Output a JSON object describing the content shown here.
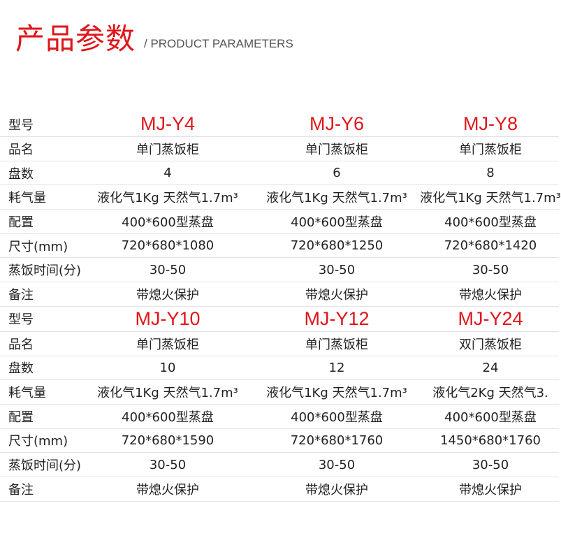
{
  "header": {
    "title_cn": "产品参数",
    "title_en": "/ PRODUCT PARAMETERS"
  },
  "colors": {
    "accent": "#e0161b",
    "text": "#222222",
    "divider": "#e3e3e3"
  },
  "groups": [
    {
      "rows": [
        {
          "label": "型号",
          "values": [
            "MJ-Y4",
            "MJ-Y6",
            "MJ-Y8"
          ]
        },
        {
          "label": "品名",
          "values": [
            "单门蒸饭柜",
            "单门蒸饭柜",
            "单门蒸饭柜"
          ]
        },
        {
          "label": "盘数",
          "values": [
            "4",
            "6",
            "8"
          ]
        },
        {
          "label": "耗气量",
          "values": [
            "液化气1Kg 天然气1.7m³",
            "液化气1Kg 天然气1.7m³",
            "液化气1Kg 天然气1.7m³"
          ]
        },
        {
          "label": "配置",
          "values": [
            "400*600型蒸盘",
            "400*600型蒸盘",
            "400*600型蒸盘"
          ]
        },
        {
          "label": "尺寸(mm)",
          "values": [
            "720*680*1080",
            "720*680*1250",
            "720*680*1420"
          ]
        },
        {
          "label": "蒸饭时间(分)",
          "values": [
            "30-50",
            "30-50",
            "30-50"
          ]
        },
        {
          "label": "备注",
          "values": [
            "带熄火保护",
            "带熄火保护",
            "带熄火保护"
          ]
        }
      ]
    },
    {
      "rows": [
        {
          "label": "型号",
          "values": [
            "MJ-Y10",
            "MJ-Y12",
            "MJ-Y24"
          ]
        },
        {
          "label": "品名",
          "values": [
            "单门蒸饭柜",
            "单门蒸饭柜",
            "双门蒸饭柜"
          ]
        },
        {
          "label": "盘数",
          "values": [
            "10",
            "12",
            "24"
          ]
        },
        {
          "label": "耗气量",
          "values": [
            "液化气1Kg 天然气1.7m³",
            "液化气1Kg 天然气1.7m³",
            "液化气2Kg 天然气3."
          ]
        },
        {
          "label": "配置",
          "values": [
            "400*600型蒸盘",
            "400*600型蒸盘",
            "400*600型蒸盘"
          ]
        },
        {
          "label": "尺寸(mm)",
          "values": [
            "720*680*1590",
            "720*680*1760",
            "1450*680*1760"
          ]
        },
        {
          "label": "蒸饭时间(分)",
          "values": [
            "30-50",
            "30-50",
            "30-50"
          ]
        },
        {
          "label": "备注",
          "values": [
            "带熄火保护",
            "带熄火保护",
            "带熄火保护"
          ]
        }
      ]
    }
  ]
}
